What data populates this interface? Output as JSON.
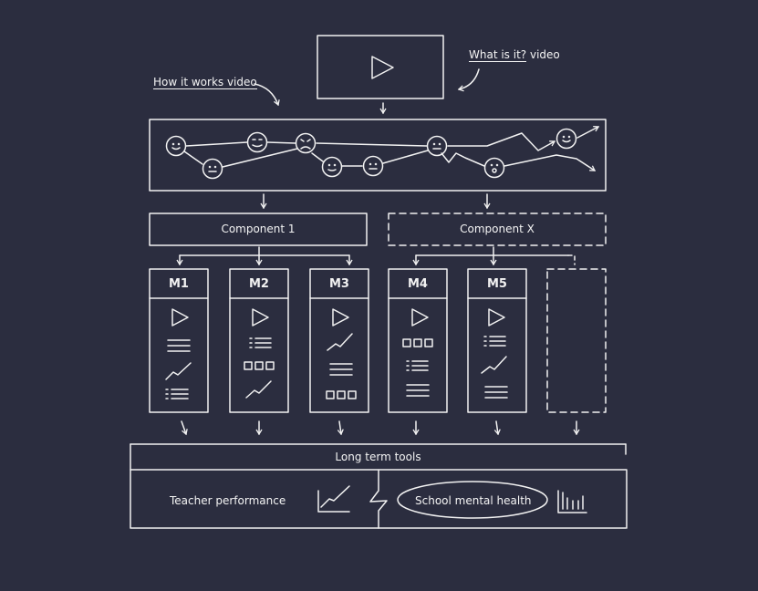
{
  "annotations": {
    "how_it_works": "How it works video",
    "what_is_it_prefix": "What is it?",
    "what_is_it_suffix": " video"
  },
  "components": {
    "component_1": "Component 1",
    "component_x": "Component X"
  },
  "modules": [
    {
      "title": "M1",
      "icons": [
        "play-icon",
        "list-icon",
        "trend-icon",
        "bullet-list-icon"
      ]
    },
    {
      "title": "M2",
      "icons": [
        "play-icon",
        "bullet-list-icon",
        "squares-icon",
        "trend-icon"
      ]
    },
    {
      "title": "M3",
      "icons": [
        "play-icon",
        "trend-icon",
        "list-icon",
        "squares-icon"
      ]
    },
    {
      "title": "M4",
      "icons": [
        "play-icon",
        "squares-icon",
        "bullet-list-icon",
        "list-icon"
      ]
    },
    {
      "title": "M5",
      "icons": [
        "play-icon",
        "bullet-list-icon",
        "trend-icon",
        "list-icon"
      ]
    }
  ],
  "long_term": {
    "title": "Long term tools",
    "teacher_performance": "Teacher performance",
    "school_mental_health": "School mental health"
  },
  "colors": {
    "background": "#2b2d3f",
    "stroke": "#f2f2f2"
  }
}
